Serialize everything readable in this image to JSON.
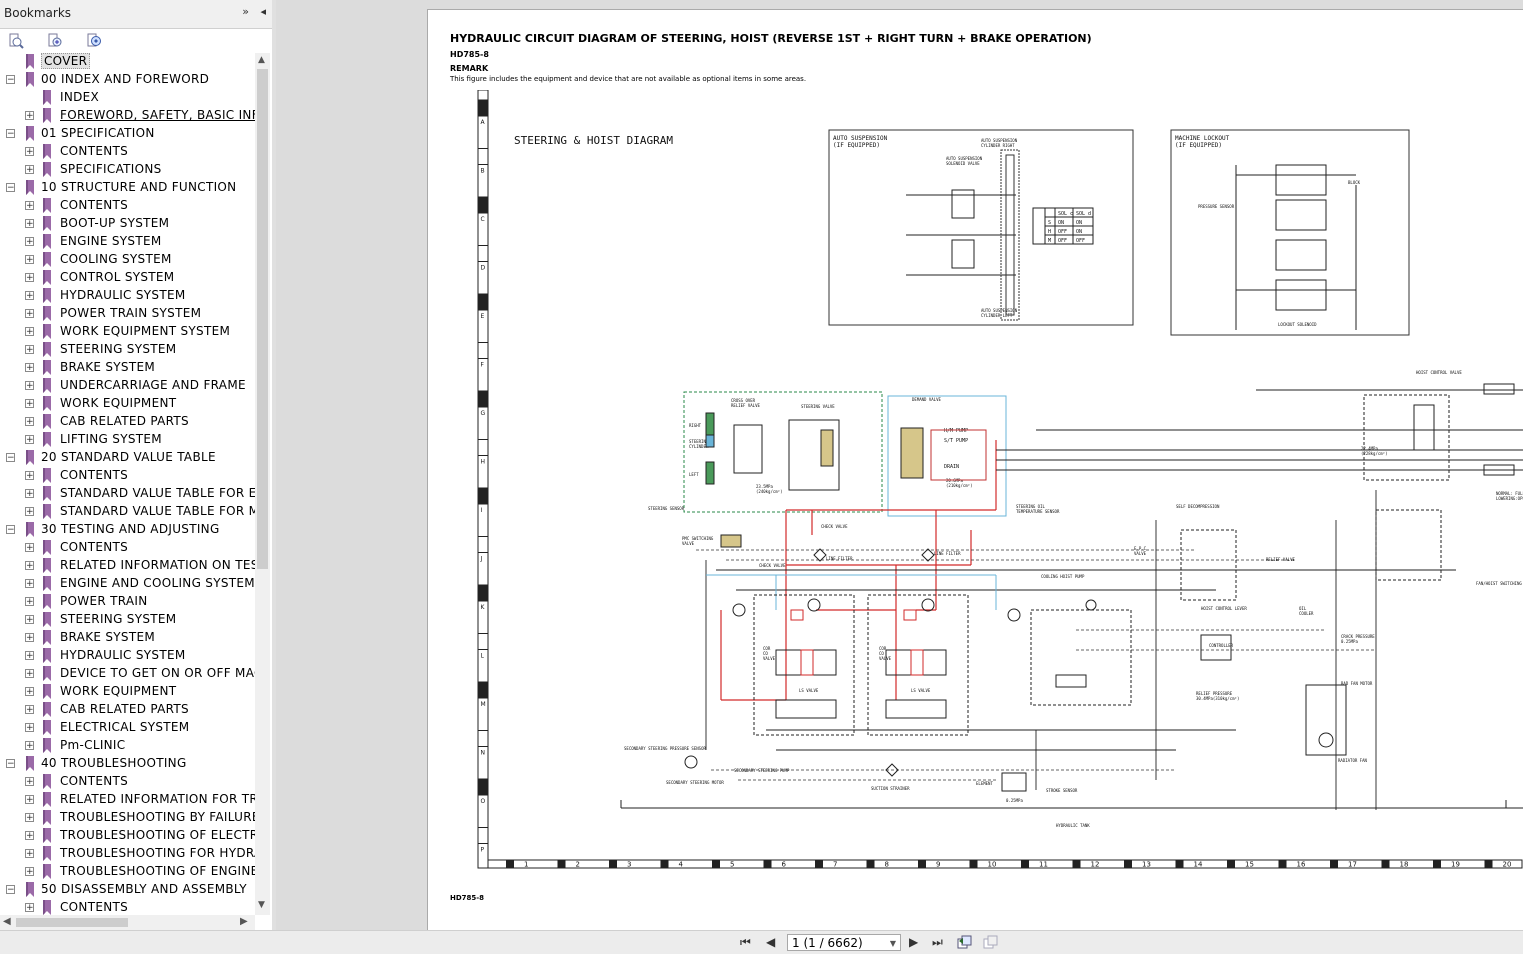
{
  "sidebar": {
    "title": "Bookmarks",
    "header_icons": [
      "»",
      "◂"
    ],
    "tools": [
      "expand-all-icon",
      "add-bookmark-icon",
      "find-bookmark-icon"
    ],
    "items": [
      {
        "label": "COVER",
        "level": 0,
        "expander": "none",
        "selected": true
      },
      {
        "label": "00 INDEX AND FOREWORD",
        "level": 0,
        "expander": "minus"
      },
      {
        "label": "INDEX",
        "level": 1,
        "expander": "none"
      },
      {
        "label": "FOREWORD, SAFETY, BASIC INFO",
        "level": 1,
        "expander": "plus",
        "underline": true
      },
      {
        "label": "01 SPECIFICATION",
        "level": 0,
        "expander": "minus"
      },
      {
        "label": "CONTENTS",
        "level": 1,
        "expander": "plus"
      },
      {
        "label": "SPECIFICATIONS",
        "level": 1,
        "expander": "plus"
      },
      {
        "label": "10 STRUCTURE AND FUNCTION",
        "level": 0,
        "expander": "minus"
      },
      {
        "label": "CONTENTS",
        "level": 1,
        "expander": "plus"
      },
      {
        "label": "BOOT-UP SYSTEM",
        "level": 1,
        "expander": "plus"
      },
      {
        "label": "ENGINE SYSTEM",
        "level": 1,
        "expander": "plus"
      },
      {
        "label": "COOLING SYSTEM",
        "level": 1,
        "expander": "plus"
      },
      {
        "label": "CONTROL SYSTEM",
        "level": 1,
        "expander": "plus"
      },
      {
        "label": "HYDRAULIC SYSTEM",
        "level": 1,
        "expander": "plus"
      },
      {
        "label": "POWER TRAIN SYSTEM",
        "level": 1,
        "expander": "plus"
      },
      {
        "label": "WORK EQUIPMENT SYSTEM",
        "level": 1,
        "expander": "plus"
      },
      {
        "label": "STEERING SYSTEM",
        "level": 1,
        "expander": "plus"
      },
      {
        "label": "BRAKE SYSTEM",
        "level": 1,
        "expander": "plus"
      },
      {
        "label": "UNDERCARRIAGE AND FRAME",
        "level": 1,
        "expander": "plus"
      },
      {
        "label": "WORK EQUIPMENT",
        "level": 1,
        "expander": "plus"
      },
      {
        "label": "CAB RELATED PARTS",
        "level": 1,
        "expander": "plus"
      },
      {
        "label": "LIFTING SYSTEM",
        "level": 1,
        "expander": "plus"
      },
      {
        "label": "20 STANDARD VALUE TABLE",
        "level": 0,
        "expander": "minus"
      },
      {
        "label": "CONTENTS",
        "level": 1,
        "expander": "plus"
      },
      {
        "label": "STANDARD VALUE TABLE FOR EN",
        "level": 1,
        "expander": "plus"
      },
      {
        "label": "STANDARD VALUE TABLE FOR MA",
        "level": 1,
        "expander": "plus"
      },
      {
        "label": "30 TESTING AND ADJUSTING",
        "level": 0,
        "expander": "minus"
      },
      {
        "label": "CONTENTS",
        "level": 1,
        "expander": "plus"
      },
      {
        "label": "RELATED INFORMATION ON TEST",
        "level": 1,
        "expander": "plus"
      },
      {
        "label": "ENGINE AND COOLING SYSTEM",
        "level": 1,
        "expander": "plus"
      },
      {
        "label": "POWER TRAIN",
        "level": 1,
        "expander": "plus"
      },
      {
        "label": "STEERING SYSTEM",
        "level": 1,
        "expander": "plus"
      },
      {
        "label": "BRAKE SYSTEM",
        "level": 1,
        "expander": "plus"
      },
      {
        "label": "HYDRAULIC SYSTEM",
        "level": 1,
        "expander": "plus"
      },
      {
        "label": "DEVICE TO GET ON OR OFF MACH",
        "level": 1,
        "expander": "plus"
      },
      {
        "label": "WORK EQUIPMENT",
        "level": 1,
        "expander": "plus"
      },
      {
        "label": "CAB RELATED PARTS",
        "level": 1,
        "expander": "plus"
      },
      {
        "label": "ELECTRICAL SYSTEM",
        "level": 1,
        "expander": "plus"
      },
      {
        "label": "Pm-CLINIC",
        "level": 1,
        "expander": "plus"
      },
      {
        "label": "40 TROUBLESHOOTING",
        "level": 0,
        "expander": "minus"
      },
      {
        "label": "CONTENTS",
        "level": 1,
        "expander": "plus"
      },
      {
        "label": "RELATED INFORMATION FOR TRO",
        "level": 1,
        "expander": "plus"
      },
      {
        "label": "TROUBLESHOOTING BY FAILURE (",
        "level": 1,
        "expander": "plus"
      },
      {
        "label": "TROUBLESHOOTING OF ELECTRIC",
        "level": 1,
        "expander": "plus"
      },
      {
        "label": "TROUBLESHOOTING FOR HYDRAU",
        "level": 1,
        "expander": "plus"
      },
      {
        "label": "TROUBLESHOOTING OF ENGINE (",
        "level": 1,
        "expander": "plus"
      },
      {
        "label": "50 DISASSEMBLY AND ASSEMBLY",
        "level": 0,
        "expander": "minus"
      },
      {
        "label": "CONTENTS",
        "level": 1,
        "expander": "plus"
      }
    ]
  },
  "document": {
    "title": "HYDRAULIC CIRCUIT DIAGRAM OF STEERING, HOIST (REVERSE 1ST + RIGHT TURN + BRAKE OPERATION)",
    "model": "HD785-8",
    "remark_heading": "REMARK",
    "remark_text": "This figure includes the equipment and device that are not available as optional items in some areas.",
    "footer": "HD785-8",
    "diagram": {
      "heading": "STEERING & HOIST DIAGRAM",
      "auto_suspension": "AUTO SUSPENSION\n(IF EQUIPPED)",
      "machine_lockout": "MACHINE LOCKOUT\n(IF EQUIPPED)",
      "table_headers": [
        "SOL c",
        "SOL d"
      ],
      "table_rows": [
        [
          "S",
          "ON",
          "ON"
        ],
        [
          "H",
          "OFF",
          "ON"
        ],
        [
          "M",
          "OFF",
          "OFF"
        ]
      ],
      "row_labels": [
        "A",
        "B",
        "C",
        "D",
        "E",
        "F",
        "G",
        "H",
        "I",
        "J",
        "K",
        "L",
        "M",
        "N",
        "O",
        "P"
      ],
      "col_labels": [
        "1",
        "2",
        "3",
        "4",
        "5",
        "6",
        "7",
        "8",
        "9",
        "10",
        "11",
        "12",
        "13",
        "14",
        "15",
        "16",
        "17",
        "18",
        "19",
        "20"
      ],
      "labels": {
        "cross_over": "CROSS OVER\nRELIEF VALVE",
        "steering_valve": "STEERING VALVE",
        "demand_valve": "DEMAND VALVE",
        "hm_pump": "H/M PUMP",
        "st_pump": "S/T PUMP",
        "drain": "DRAIN",
        "steering_cyl": "STEERING\nCYLINDER",
        "right": "RIGHT",
        "left": "LEFT",
        "steering_sensor": "STEERING SENSOR",
        "pmc_valve": "PMC SWITCHING\nVALVE",
        "check_valve": "CHECK VALVE",
        "line_filter": "LINE FILTER",
        "oil_temp": "STEERING OIL\nTEMPERATURE SENSOR",
        "hoist_control": "HOIST CONTROL VALVE",
        "self_decomp": "SELF DECOMPRESSION",
        "epc_valve": "E.P.C\nVALVE",
        "relief_valve": "RELIEF VALVE",
        "cooling_hoist_pump": "COOLING HOIST PUMP",
        "hoist_lever": "HOIST CONTROL LEVER",
        "controller": "CONTROLLER",
        "oil_cooler": "OIL\nCOOLER",
        "crack_pressure": "CRACK PRESSURE\n0.25MPa",
        "rad_fan_motor": "RAD FAN MOTOR",
        "radiator_fan": "RADIATOR FAN",
        "fan_hoist_sw": "FAN/HOIST SWITCHING VALVE",
        "sec_steer_sensor": "SECONDARY STEERING PRESSURE SENSOR",
        "sec_steer_pump": "SECONDARY STEERING PUMP",
        "sec_steer_motor": "SECONDARY STEERING MOTOR",
        "suction_strainer": "SUCTION STRAINER",
        "element": "ELEMENT",
        "stroke_sensor": "STROKE SENSOR",
        "hydraulic_tank": "HYDRAULIC TANK",
        "ls_valve": "LS VALVE",
        "cor_valve": "COR\nCO\nVALVE",
        "p_23": "23.5MPa\n(240kg/cm²)",
        "p_20": "20.6MPa\n(210kg/cm²)",
        "p_22": "22.4MPa\n(228kg/cm²)",
        "relief_pressure": "RELIEF PRESSURE\n30.4MPa(310kg/cm²)",
        "check_pressure_025": "0.25MPa",
        "normal_fully_closed": "NORMAL: FULLY CLOSED\nLOWERING:OPEN",
        "block": "BLOCK",
        "pressure_sensor": "PRESSURE SENSOR",
        "lockout_solenoid": "LOCKOUT SOLENOID",
        "auto_susp_sol": "AUTO SUSPENSION\nSOLENOID VALVE",
        "auto_susp_cyl": "AUTO SUSPENSION\nCYLINDER RIGHT",
        "auto_susp_cyl_l": "AUTO SUSPENSION\nCYLINDER LEFT"
      }
    }
  },
  "toolbar": {
    "page_display": "1 (1 / 6662)",
    "buttons": [
      "first-page",
      "prev-page",
      "next-page",
      "last-page",
      "prev-view",
      "next-view"
    ]
  }
}
